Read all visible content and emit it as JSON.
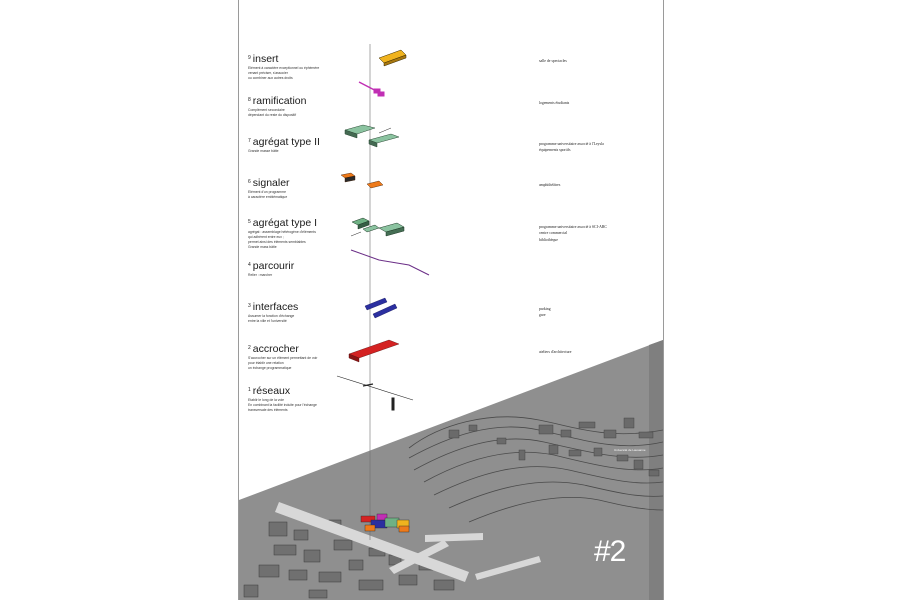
{
  "sheet_number": "#2",
  "map_label": "Université de Lausanne",
  "layers": [
    {
      "id": "insert",
      "num": "9",
      "name": "insert",
      "desc": [
        "Elément à caractère exceptionnel ou éphémère",
        "venant préciser, s'associer",
        "ou combiner aux autres droits"
      ],
      "program": [
        "salle de spectacles"
      ]
    },
    {
      "id": "ramification",
      "num": "8",
      "name": "ramification",
      "desc": [
        "Complément secondaire",
        "dépendant du reste du dispositif"
      ],
      "program": [
        "logements étudiants"
      ]
    },
    {
      "id": "agregat2",
      "num": "7",
      "name": "agrégat type II",
      "desc": [
        "Grande masse bâtie"
      ],
      "program": [
        "programme universitaire associé à l'Leysla",
        "équipements sportifs"
      ]
    },
    {
      "id": "signaler",
      "num": "6",
      "name": "signaler",
      "desc": [
        "Elément d'un programme",
        "à caractère emblématique"
      ],
      "program": [
        "amphithéâtres"
      ]
    },
    {
      "id": "agregat1",
      "num": "5",
      "name": "agrégat type I",
      "desc": [
        "agrégat : assemblage hétérogène d'éléments",
        "qui adhèrent entre eux ;",
        "permet ainsi des éléments semblables",
        "Grande mass bâtie"
      ],
      "program": [
        "programme universitaire associé à SCI-ARC",
        "centre commercial",
        "bibliothèque"
      ]
    },
    {
      "id": "parcourir",
      "num": "4",
      "name": "parcourir",
      "desc": [
        "Relier : marcher"
      ],
      "program": []
    },
    {
      "id": "interfaces",
      "num": "3",
      "name": "interfaces",
      "desc": [
        "Assumer la fonction d'échange",
        "entre la ville et l'université"
      ],
      "program": [
        "parking",
        "gare"
      ]
    },
    {
      "id": "accrocher",
      "num": "2",
      "name": "accrocher",
      "desc": [
        "S'accrocher sur un élément permettant de voir",
        "pour établir une relation",
        "un échange programmatique"
      ],
      "program": [
        "ateliers d'architecture"
      ]
    },
    {
      "id": "reseaux",
      "num": "1",
      "name": "réseaux",
      "desc": [
        "Etablir le long de la voie",
        "En combinant la facilité induite pour l'échange",
        "transversale des éléments"
      ],
      "program": []
    }
  ],
  "colors": {
    "insert": "#f0b31e",
    "ramification": "#c12fb4",
    "agregat2": "#8bc3a0",
    "signaler": "#ee7a1a",
    "agregat1": "#6fb184",
    "parcourir": "#6a2d86",
    "interfaces": "#2b2fa0",
    "accrocher": "#d42222",
    "reseaux": "#222222",
    "terrain": "#8f8f8f",
    "terrain_dark": "#5c5c5c",
    "road": "#cfcfcf"
  }
}
